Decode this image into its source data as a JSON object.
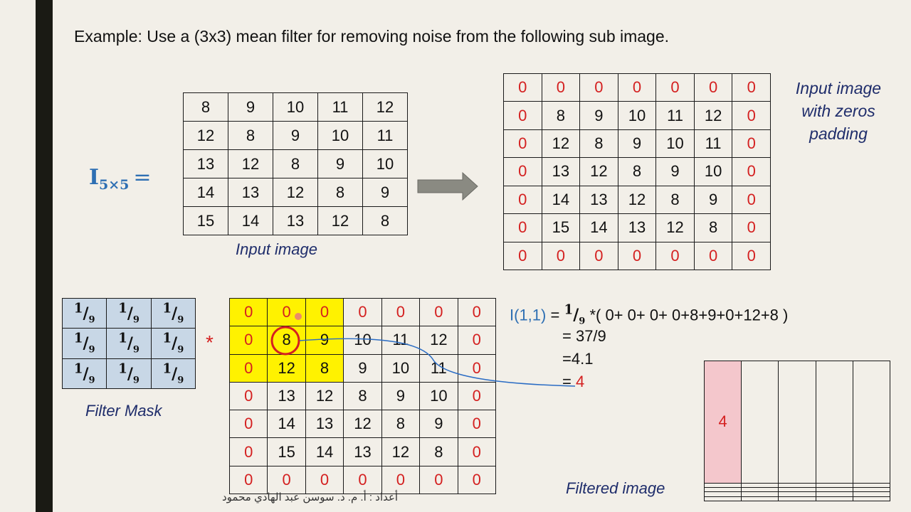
{
  "title": "Example: Use a (3x3) mean filter for removing noise from the following sub image.",
  "eq_label": {
    "symbol": "I",
    "subscript": "5×5",
    "equals": "="
  },
  "input_image": [
    [
      "8",
      "9",
      "10",
      "11",
      "12"
    ],
    [
      "12",
      "8",
      "9",
      "10",
      "11"
    ],
    [
      "13",
      "12",
      "8",
      "9",
      "10"
    ],
    [
      "14",
      "13",
      "12",
      "8",
      "9"
    ],
    [
      "15",
      "14",
      "13",
      "12",
      "8"
    ]
  ],
  "input_caption": "Input image",
  "padded_image": [
    [
      "0",
      "0",
      "0",
      "0",
      "0",
      "0",
      "0"
    ],
    [
      "0",
      "8",
      "9",
      "10",
      "11",
      "12",
      "0"
    ],
    [
      "0",
      "12",
      "8",
      "9",
      "10",
      "11",
      "0"
    ],
    [
      "0",
      "13",
      "12",
      "8",
      "9",
      "10",
      "0"
    ],
    [
      "0",
      "14",
      "13",
      "12",
      "8",
      "9",
      "0"
    ],
    [
      "0",
      "15",
      "14",
      "13",
      "12",
      "8",
      "0"
    ],
    [
      "0",
      "0",
      "0",
      "0",
      "0",
      "0",
      "0"
    ]
  ],
  "padded_caption": [
    "Input image",
    "with zeros",
    "padding"
  ],
  "filter_mask": {
    "num": "1",
    "den": "9"
  },
  "filter_caption": "Filter Mask",
  "operator": "*",
  "calculation": {
    "lhs": "I(1,1)",
    "eq": "=",
    "frac_num": "1",
    "frac_den": "9",
    "expr": " *( 0+ 0+ 0+ 0+8+9+0+12+8 )",
    "line2": "= 37/9",
    "line3": "=4.1",
    "line4_prefix": "= ",
    "line4_value": "4"
  },
  "filtered_first_value": "4",
  "filtered_caption": "Filtered  image",
  "footer": "أعداد : أ. م. د. سوسن عبد الهادي محمود",
  "colors": {
    "zero": "#d42020",
    "highlight": "#fff200",
    "mask": "#c8d7e6",
    "caption": "#1f2d6b",
    "accent": "#2e6fb3"
  }
}
